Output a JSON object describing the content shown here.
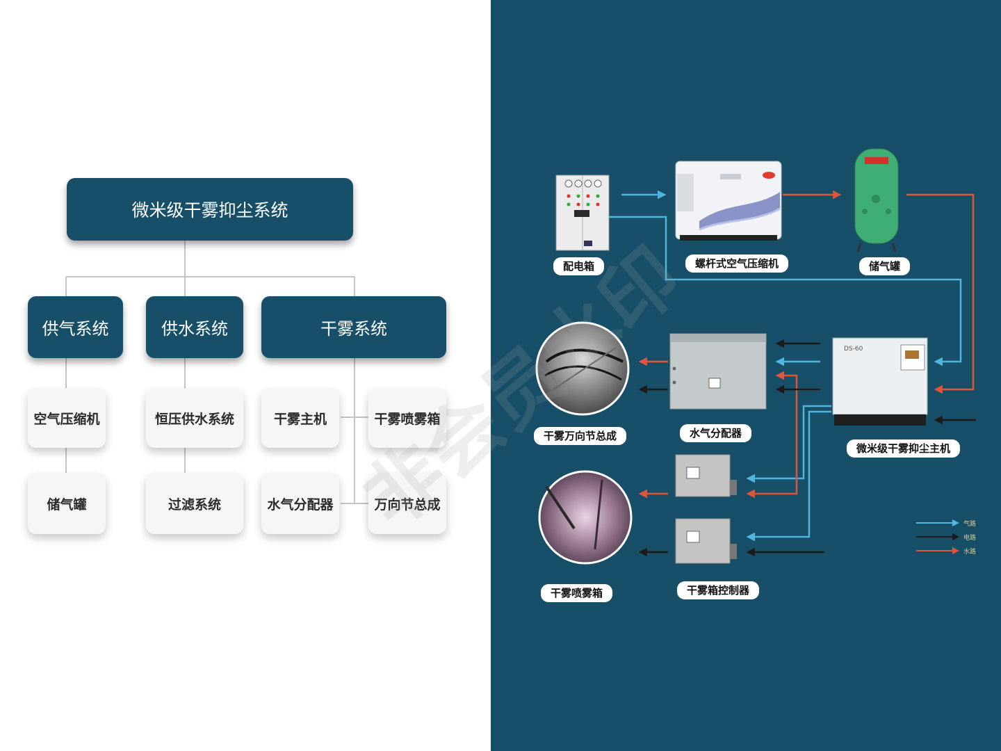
{
  "hierarchy": {
    "root": "微米级干雾抑尘系统",
    "categories": [
      {
        "label": "供气系统",
        "items": [
          "空气压缩机",
          "储气罐"
        ]
      },
      {
        "label": "供水系统",
        "items": [
          "恒压供水系统",
          "过滤系统"
        ]
      },
      {
        "label": "干雾系统",
        "items": [
          "干雾主机",
          "干雾喷雾箱",
          "水气分配器",
          "万向节总成"
        ]
      }
    ]
  },
  "watermark": "非会员水印",
  "equipment": {
    "power_box": "配电箱",
    "compressor": "螺杆式空气压缩机",
    "air_tank": "储气罐",
    "universal_joint": "干雾万向节总成",
    "distributor": "水气分配器",
    "main_unit": "微米级干雾抑尘主机",
    "spray_box": "干雾喷雾箱",
    "controller": "干雾箱控制器",
    "main_unit_plate": "DS-60"
  },
  "legend": [
    {
      "label": "气路",
      "color": "#4fb6e0"
    },
    {
      "label": "电路",
      "color": "#1b1b1b"
    },
    {
      "label": "水路",
      "color": "#e0553a"
    }
  ]
}
